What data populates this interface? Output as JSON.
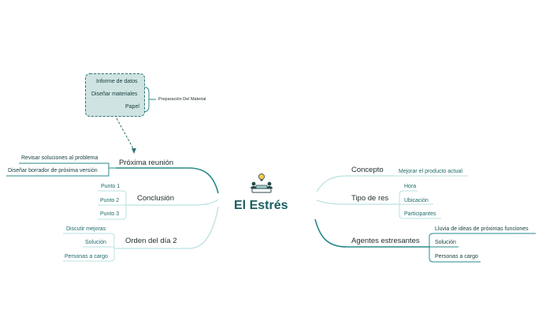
{
  "central": {
    "title": "El Estrés",
    "icon": "meeting-lightbulb-icon"
  },
  "colors": {
    "branch": "#2a8a8a",
    "branch_light": "#b9e0e0",
    "text": "#1e2a2a",
    "subtext": "#1f6a6a",
    "central": "#1a5e63",
    "group_fill": "#cfe3e3",
    "group_border": "#2e7474"
  },
  "left_branches": [
    {
      "label": "Próxima reunión",
      "children": [
        "Revisar soluciones al problema",
        "Diseñar borrador de próxima versión"
      ]
    },
    {
      "label": "Conclusión",
      "children": [
        "Punto 1",
        "Punto 2",
        "Punto 3"
      ]
    },
    {
      "label": "Orden del día 2",
      "children": [
        "Discutir mejoras",
        "Solución",
        "Personas a cargo"
      ]
    }
  ],
  "right_branches": [
    {
      "label": "Concepto",
      "children": [
        "Mejorar el producto actual"
      ]
    },
    {
      "label": "Tipo de res",
      "children": [
        "Hora",
        "Ubicación",
        "Participantes"
      ]
    },
    {
      "label": "Agentes estresantes",
      "children": [
        "Lluvia de ideas de próximas funciones",
        "Solución",
        "Personas a cargo"
      ]
    }
  ],
  "floating_group": {
    "label": "Preparación Del Material",
    "items": [
      "Informe de datos",
      "Diseñar materiales",
      "Papel"
    ]
  }
}
